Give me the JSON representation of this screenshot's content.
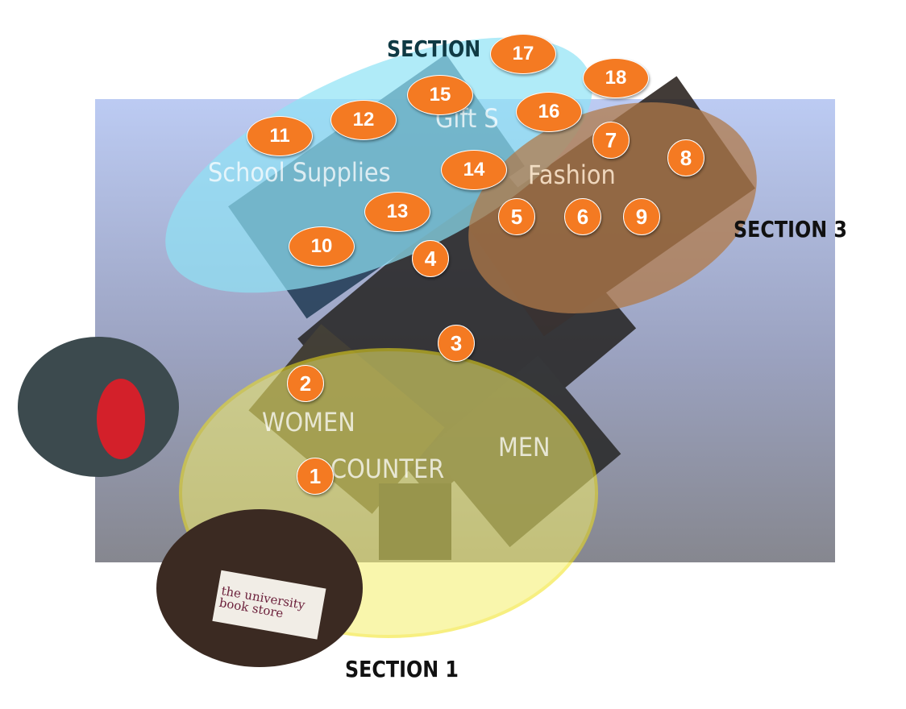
{
  "sections": {
    "top": "SECTION",
    "right": "SECTION 3",
    "bottom": "SECTION 1"
  },
  "areas": {
    "school": "School Supplies",
    "gift": "Gift S",
    "fashion": "Fashion",
    "women": "WOMEN",
    "counter": "COUNTER",
    "men": "MEN"
  },
  "photo_text": "the university book store",
  "markers": [
    "1",
    "2",
    "3",
    "4",
    "5",
    "6",
    "7",
    "8",
    "9",
    "10",
    "11",
    "12",
    "13",
    "14",
    "15",
    "16",
    "17",
    "18"
  ],
  "colors": {
    "marker": "#f47a22",
    "section2": "#8fe3f5",
    "section3": "#b07a4a",
    "section1": "#f5ef6a"
  }
}
